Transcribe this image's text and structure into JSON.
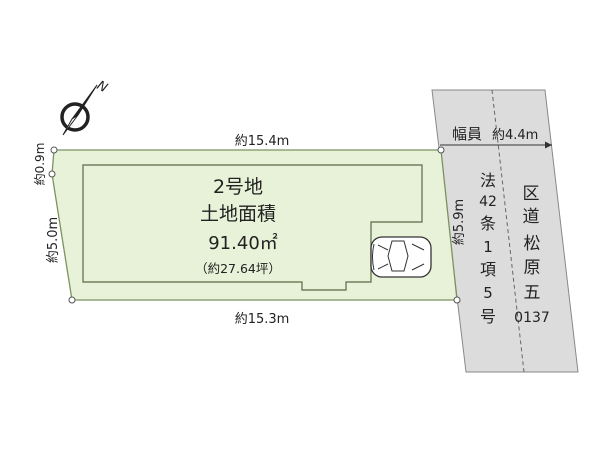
{
  "lot": {
    "name": "2号地",
    "area_title": "土地面積",
    "area_sqm": "91.40㎡",
    "area_tsubo": "（約27.64坪）"
  },
  "dimensions": {
    "top": "約15.4m",
    "bottom": "約15.3m",
    "left_short": "約0.9m",
    "left": "約5.0m",
    "right": "約5.9m"
  },
  "road": {
    "width_label": "幅員",
    "width_value": "約4.4m",
    "type_chars": [
      "法",
      "42",
      "条",
      "1",
      "項",
      "5",
      "号"
    ],
    "name_chars": [
      "区",
      "道",
      "松",
      "原",
      "五",
      "0137"
    ]
  },
  "compass": {
    "north": "N"
  },
  "colors": {
    "lot_fill": "#e8f2d8",
    "lot_stroke": "#7d9160",
    "road_fill": "#dcdcdc",
    "road_stroke": "#888888"
  }
}
